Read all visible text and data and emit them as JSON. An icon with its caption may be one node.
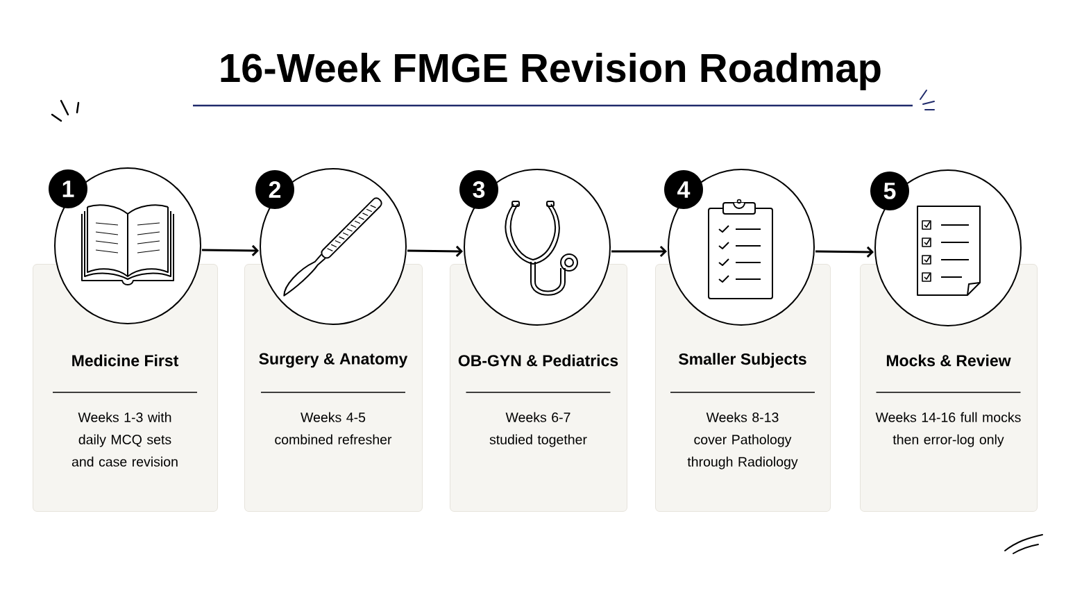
{
  "diagram": {
    "title": "16-Week FMGE Revision Roadmap",
    "nodes": [
      {
        "text": [
          "1"
        ]
      },
      {
        "text": [],
        "shape": "circle"
      },
      {
        "text": [
          "Medicine First",
          "Weeks 1-3 with daily MCQ sets and case revision"
        ]
      },
      {
        "text": [
          "2"
        ]
      },
      {
        "text": [],
        "shape": "circle"
      },
      {
        "text": [
          "Surgery & Anatomy",
          "Weeks 4-5 combined refresher"
        ]
      },
      {
        "text": [
          "3"
        ]
      },
      {
        "text": [],
        "shape": "circle"
      },
      {
        "text": [
          "OB-GYN & Pediatrics",
          "Weeks 6-7 studied together"
        ]
      },
      {
        "text": [
          "4"
        ]
      },
      {
        "text": [],
        "shape": "circle"
      },
      {
        "text": [
          "Smaller Subjects",
          "Weeks 8-13 cover Pathology through Radiology"
        ]
      },
      {
        "text": [
          "5"
        ]
      },
      {
        "text": [],
        "shape": "circle"
      },
      {
        "text": [
          "Mocks & Review",
          "Weeks 14-16 full mocks then error-log only"
        ]
      }
    ],
    "edges": [
      {
        "from": 1,
        "to": 4,
        "arrow": "to"
      },
      {
        "from": 4,
        "to": 7,
        "arrow": "to"
      },
      {
        "from": 7,
        "to": 10,
        "arrow": "to"
      },
      {
        "from": 10,
        "to": 13,
        "arrow": "to"
      }
    ]
  }
}
